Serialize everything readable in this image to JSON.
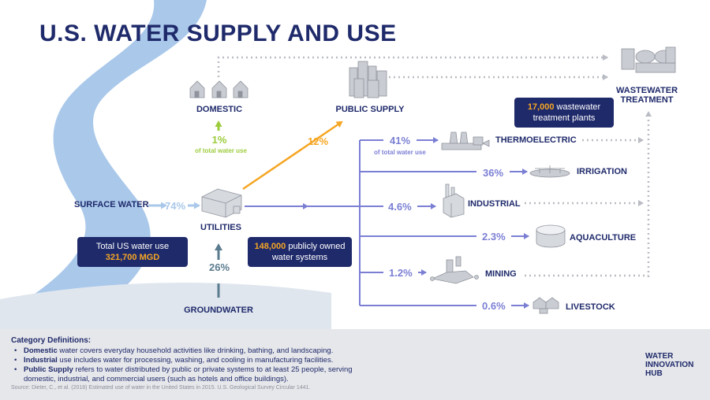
{
  "title": "U.S. WATER SUPPLY AND USE",
  "colors": {
    "navy": "#1f2a6b",
    "orange": "#f5a623",
    "lime": "#9ccc3c",
    "purple": "#7b7fd4",
    "light_blue": "#a9c8ea",
    "slate": "#5b7c8f",
    "grey_panel": "#e6e7ea"
  },
  "sources": {
    "surface_water": {
      "label": "SURFACE WATER",
      "pct": "74%"
    },
    "groundwater": {
      "label": "GROUNDWATER",
      "pct": "26%"
    }
  },
  "utilities": {
    "label": "UTILITIES"
  },
  "domestic": {
    "label": "DOMESTIC",
    "pct": "1%",
    "sub": "of total water use"
  },
  "public_supply": {
    "label": "PUBLIC SUPPLY",
    "pct": "12%"
  },
  "wastewater": {
    "label_line1": "WASTEWATER",
    "label_line2": "TREATMENT"
  },
  "boxes": {
    "total": {
      "line1": "Total US water use",
      "line2": "321,700 MGD"
    },
    "systems": {
      "highlight": "148,000",
      "rest": " publicly owned",
      "line2": "water systems"
    },
    "plants": {
      "highlight": "17,000",
      "rest": " wastewater",
      "line2": "treatment plants"
    }
  },
  "uses": [
    {
      "label": "THERMOELECTRIC",
      "pct": "41%",
      "sub": "of total water use"
    },
    {
      "label": "IRRIGATION",
      "pct": "36%"
    },
    {
      "label": "INDUSTRIAL",
      "pct": "4.6%"
    },
    {
      "label": "AQUACULTURE",
      "pct": "2.3%"
    },
    {
      "label": "MINING",
      "pct": "1.2%"
    },
    {
      "label": "LIVESTOCK",
      "pct": "0.6%"
    }
  ],
  "definitions": {
    "title": "Category Definitions:",
    "items": [
      {
        "term": "Domestic",
        "text": " water covers everyday household activities like drinking, bathing, and landscaping."
      },
      {
        "term": "Industrial",
        "text": " use includes water for processing, washing, and cooling in manufacturing facilities."
      },
      {
        "term": "Public Supply",
        "text": " refers to water distributed by public or private systems to at least 25 people, serving domestic, industrial, and commercial users (such as hotels and office buildings)."
      }
    ],
    "source": "Source: Dieter, C., et al. (2018) Estimated use of water in the United States in 2015. U.S. Geological Survey Circular 1441."
  },
  "logo": {
    "line1": "WATER",
    "line2": "INNOVATION",
    "line3": "HUB"
  }
}
